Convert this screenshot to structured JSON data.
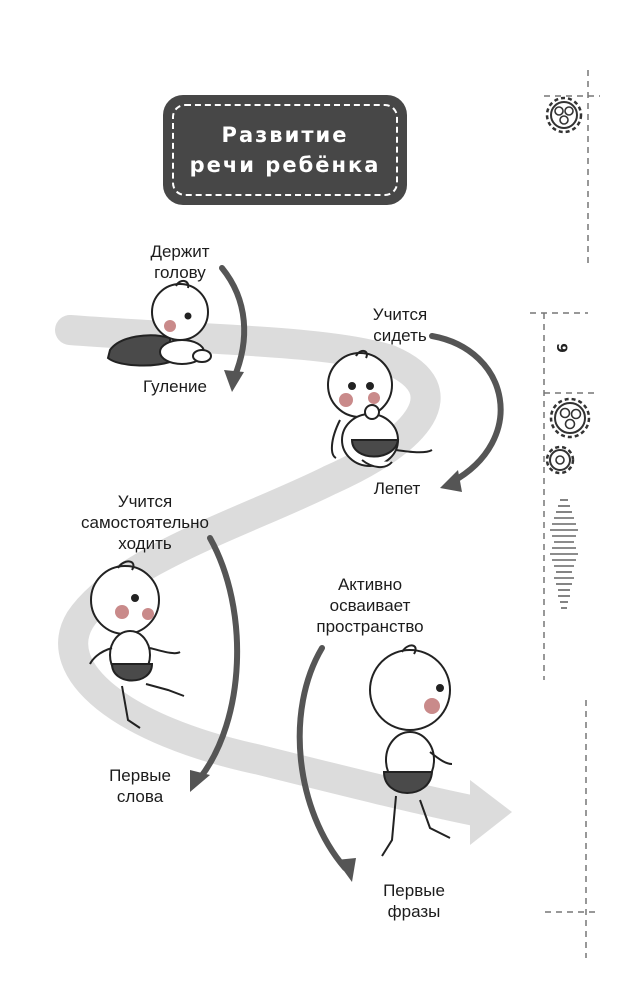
{
  "title": {
    "line1": "Развитие",
    "line2": "речи ребёнка"
  },
  "stages": [
    {
      "id": "hold-head",
      "label_line1": "Держит",
      "label_line2": "голову"
    },
    {
      "id": "cooing",
      "label_line1": "Гуление",
      "label_line2": ""
    },
    {
      "id": "learning-sit",
      "label_line1": "Учится",
      "label_line2": "сидеть"
    },
    {
      "id": "babbling",
      "label_line1": "Лепет",
      "label_line2": ""
    },
    {
      "id": "learning-walk",
      "label_line1": "Учится",
      "label_line2": "самостоятельно",
      "label_line3": "ходить"
    },
    {
      "id": "first-words",
      "label_line1": "Первые",
      "label_line2": "слова"
    },
    {
      "id": "exploring",
      "label_line1": "Активно",
      "label_line2": "осваивает",
      "label_line3": "пространство"
    },
    {
      "id": "first-phrases",
      "label_line1": "Первые",
      "label_line2": "фразы"
    }
  ],
  "page_number": "9",
  "colors": {
    "path": "#dcdcdc",
    "arrow": "#555555",
    "title_bg": "#474747",
    "skin_cheek": "#c98a8a"
  }
}
